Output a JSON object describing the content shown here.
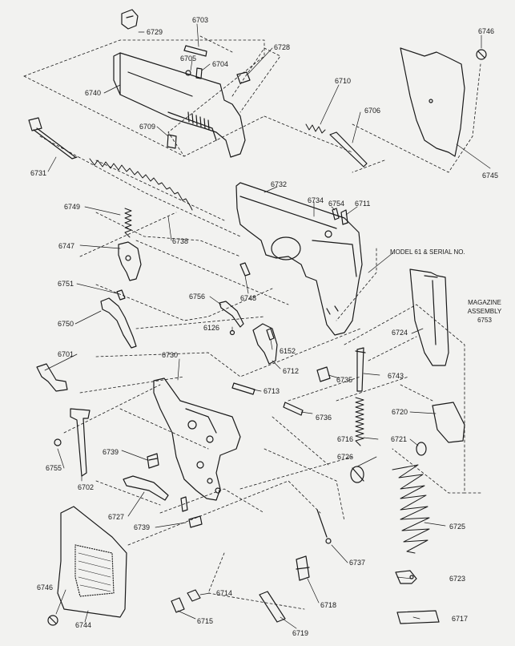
{
  "diagram": {
    "parts": {
      "p6729": "6729",
      "p6703": "6703",
      "p6705": "6705",
      "p6704": "6704",
      "p6728": "6728",
      "p6740": "6740",
      "p6709": "6709",
      "p6731": "6731",
      "p6710": "6710",
      "p6706": "6706",
      "p6746a": "6746",
      "p6745": "6745",
      "p6732": "6732",
      "p6734": "6734",
      "p6754": "6754",
      "p6711": "6711",
      "p6749": "6749",
      "p6738": "6738",
      "p6747": "6747",
      "p6748": "6748",
      "p6751": "6751",
      "p6756": "6756",
      "p6750": "6750",
      "p6126": "6126",
      "p6152": "6152",
      "p6701": "6701",
      "p6730": "6730",
      "p6712": "6712",
      "p6735": "6735",
      "p6743": "6743",
      "p6724": "6724",
      "p6713": "6713",
      "p6736": "6736",
      "p6720": "6720",
      "p6739a": "6739",
      "p6716": "6716",
      "p6721": "6721",
      "p6755": "6755",
      "p6702": "6702",
      "p6726": "6726",
      "p6727": "6727",
      "p6725": "6725",
      "p6739b": "6739",
      "p6737": "6737",
      "p6723": "6723",
      "p6746b": "6746",
      "p6714": "6714",
      "p6718": "6718",
      "p6744": "6744",
      "p6715": "6715",
      "p6719": "6719",
      "p6717": "6717"
    },
    "model_serial_note": "MODEL 61 & SERIAL NO.",
    "magazine_note": {
      "line1": "MAGAZINE",
      "line2": "ASSEMBLY",
      "line3": "6753"
    }
  },
  "colors": {
    "ink": "#1a1a1a",
    "paper": "#f2f2f0"
  }
}
